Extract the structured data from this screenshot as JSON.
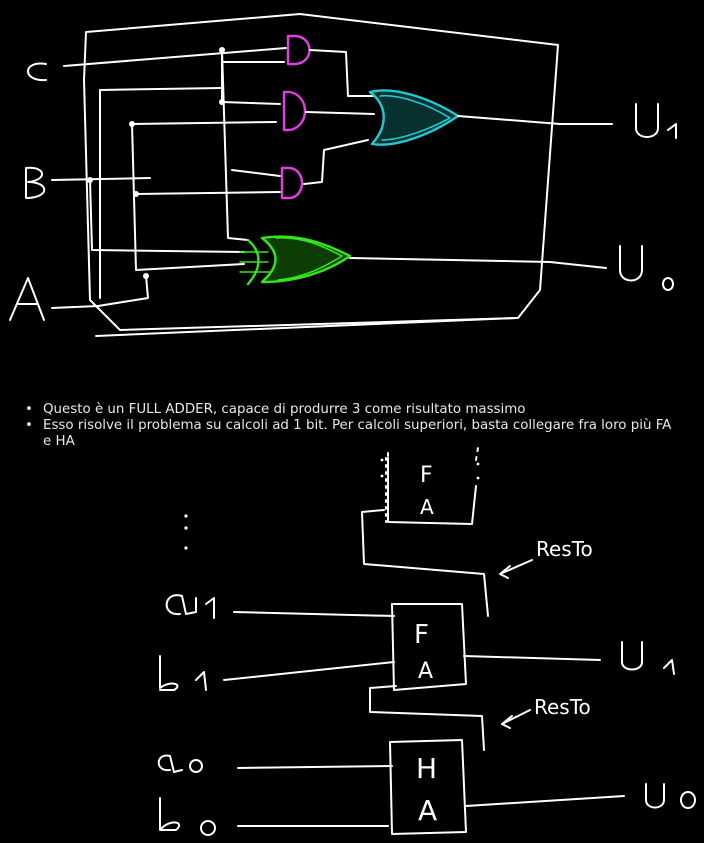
{
  "circuit": {
    "inputs": [
      "C",
      "B",
      "A"
    ],
    "outputs": [
      "U₁",
      "U₀"
    ],
    "colors": {
      "background": "#000000",
      "wire": "#ffffff",
      "and_gate": "#e040e0",
      "or_gate": "#22c8d2",
      "or_fill": "#06312e",
      "xor_gate": "#33e81a",
      "xor_fill": "#0b3d05"
    }
  },
  "notes": {
    "items": [
      "Questo è un FULL ADDER, capace di produrre 3 come risultato massimo",
      "Esso risolve il problema su calcoli ad 1 bit. Per calcoli superiori, basta collegare fra loro più FA e HA"
    ]
  },
  "adder_chain": {
    "top_block": {
      "line1": "F",
      "line2": "A"
    },
    "middle_block": {
      "line1": "F",
      "line2": "A"
    },
    "bottom_block": {
      "line1": "H",
      "line2": "A"
    },
    "inputs": [
      "a₁",
      "b₁",
      "a₀",
      "b₀"
    ],
    "outputs": [
      "U₁",
      "U₀"
    ],
    "carry_label": "ResTo",
    "ellipsis": ":"
  }
}
